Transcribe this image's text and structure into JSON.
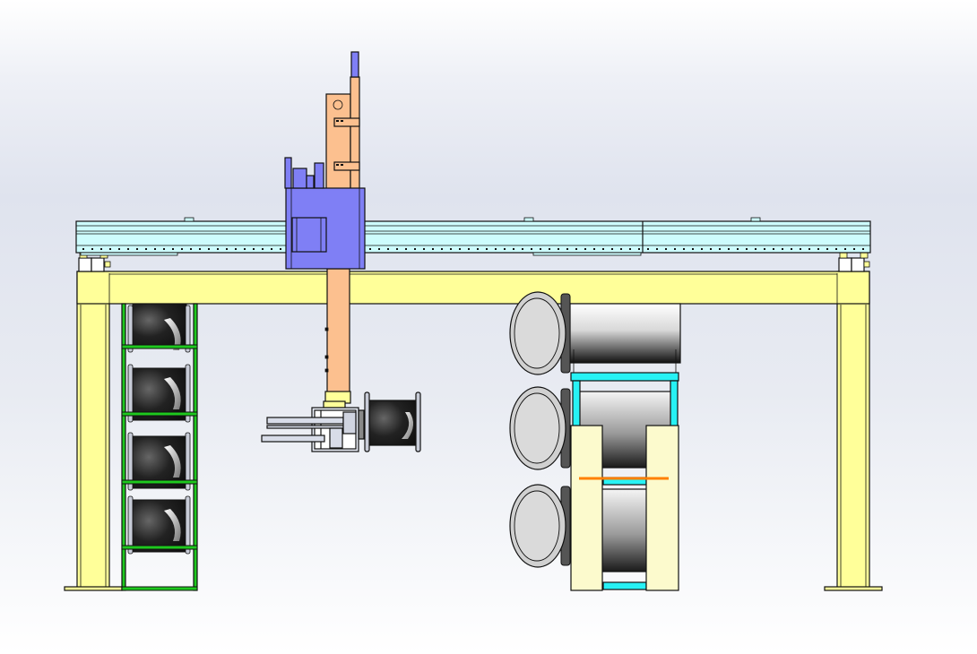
{
  "scene": {
    "type": "cad-model-view",
    "subject": "gantry-robot-cell",
    "components": [
      "gantry-frame",
      "linear-rail",
      "carriage",
      "vertical-axis",
      "gripper",
      "held-spool",
      "spool-rack",
      "reel-stack"
    ]
  },
  "colors": {
    "background_top": "#dfe3ee",
    "background_bottom": "#ffffff",
    "frame": "#ffff99",
    "frame_light": "#fcfcc8",
    "rail": "#cdfcfd",
    "carriage": "#7f7ff5",
    "vertical_axis": "#fcc08f",
    "rack": "#1ec81e",
    "reel_frame": "#27f2f5",
    "reel_holder": "#fcfacd",
    "marker_line": "#ff8000",
    "spool_dark": "#1a1a1a",
    "drum_light": "#f0f0f0",
    "outline": "#111111"
  }
}
